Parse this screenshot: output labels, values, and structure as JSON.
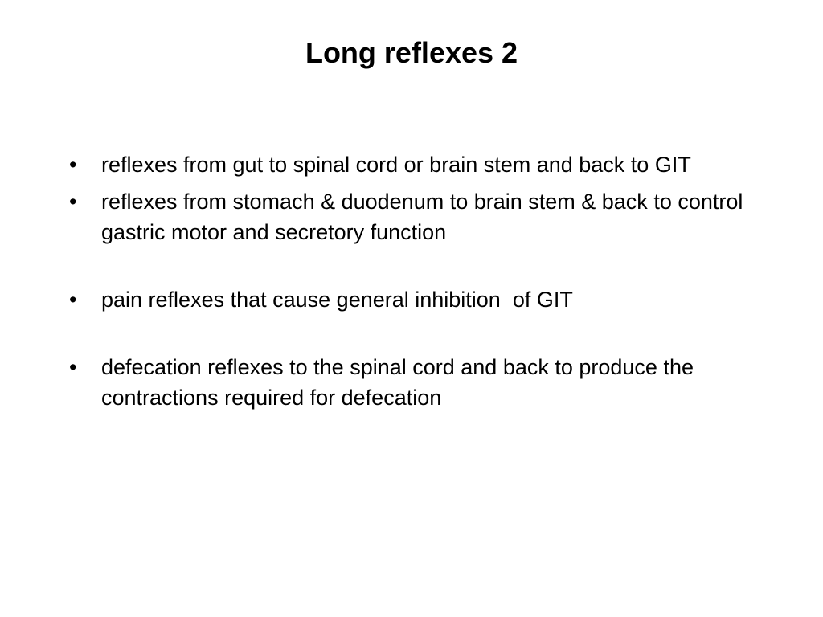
{
  "slide": {
    "title": "Long reflexes 2",
    "bullet_glyph": "•",
    "bullets": [
      "reflexes from gut to spinal cord or brain stem and back to GIT",
      "reflexes from stomach & duodenum to brain stem & back to control gastric motor and secretory function",
      "pain reflexes that cause general inhibition  of GIT",
      "defecation reflexes to the spinal cord and back to produce the contractions required for defecation"
    ]
  }
}
